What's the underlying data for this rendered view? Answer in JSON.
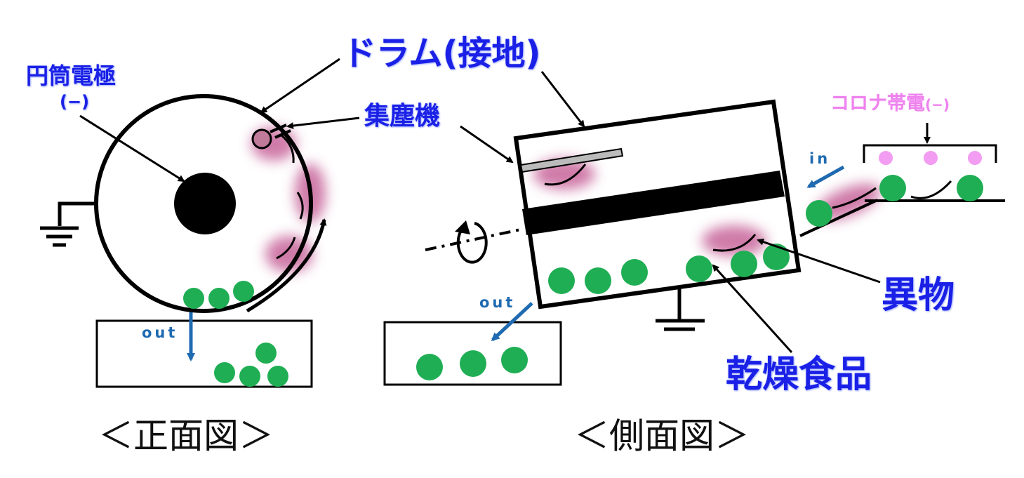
{
  "labels": {
    "cylinder_electrode": "円筒電極",
    "cylinder_electrode_sign": "(−)",
    "drum": "ドラム(接地)",
    "dust_collector": "集塵機",
    "corona_charge": "コロナ帯電",
    "corona_charge_sign": "(−)",
    "in": "in",
    "out_front": "out",
    "out_side": "out",
    "foreign_matter": "異物",
    "dried_food": "乾燥食品",
    "front_view": "＜正面図＞",
    "side_view": "＜側面図＞"
  },
  "colors": {
    "label_blue": "#1a20e6",
    "label_pink": "#ee82ee",
    "arrow_blue": "#1f6ab0",
    "food_green": "#1fae54",
    "glow_magenta": "#c0508c",
    "corona_dot": "#f29cf2",
    "collector_body": "#c07a9a"
  }
}
